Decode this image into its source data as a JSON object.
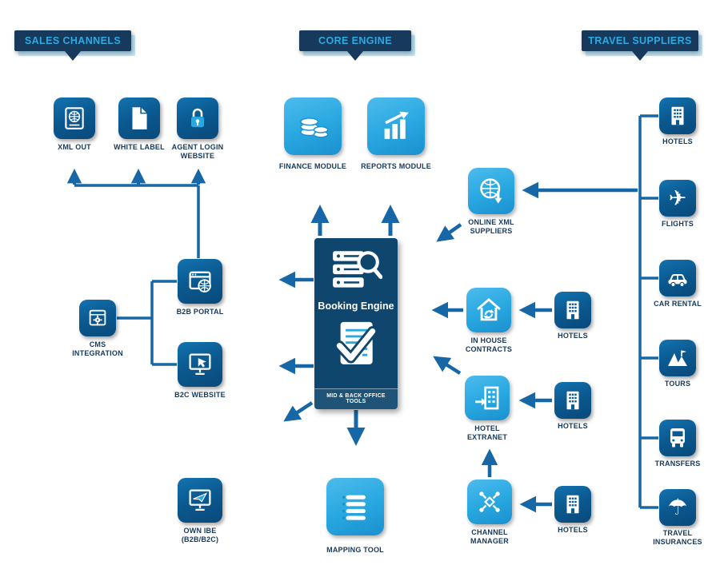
{
  "banners": {
    "sales_channels": "SALES CHANNELS",
    "core_engine": "CORE ENGINE",
    "travel_suppliers": "TRAVEL SUPPLIERS"
  },
  "engine": {
    "title": "Booking Engine",
    "footer": "MID & BACK OFFICE TOOLS",
    "icons": [
      "server-search-icon",
      "document-check-icon"
    ]
  },
  "nodes": {
    "xml_out": "XML OUT",
    "white_label": "WHITE LABEL",
    "agent_login": "AGENT LOGIN WEBSITE",
    "b2b_portal": "B2B PORTAL",
    "cms_integration": "CMS INTEGRATION",
    "b2c_website": "B2C WEBSITE",
    "own_ibe": "OWN IBE (B2B/B2C)",
    "finance_module": "FINANCE MODULE",
    "reports_module": "REPORTS MODULE",
    "mapping_tool": "MAPPING TOOL",
    "online_xml_suppliers": "ONLINE XML SUPPLIERS",
    "in_house_contracts": "IN HOUSE CONTRACTS",
    "hotel_extranet": "HOTEL EXTRANET",
    "channel_manager": "CHANNEL MANAGER",
    "hotels_in_house": "HOTELS",
    "hotels_extranet": "HOTELS",
    "hotels_channel": "HOTELS"
  },
  "suppliers": [
    {
      "label": "HOTELS",
      "icon": "building-icon"
    },
    {
      "label": "FLIGHTS",
      "icon": "airplane-icon"
    },
    {
      "label": "CAR RENTAL",
      "icon": "car-icon"
    },
    {
      "label": "TOURS",
      "icon": "mountains-icon"
    },
    {
      "label": "TRANSFERS",
      "icon": "bus-icon"
    },
    {
      "label": "TRAVEL INSURANCES",
      "icon": "umbrella-icon"
    }
  ],
  "icon_glyphs": {
    "airplane": "✈",
    "umbrella": "☂"
  },
  "colors": {
    "banner_bg": "#16395c",
    "banner_text": "#2aabe2",
    "dark_tile": "#0b5a91",
    "bright_tile": "#29a9e1",
    "engine_bg": "#0f466d",
    "connector": "#1767a6",
    "label_text": "#16395c"
  }
}
